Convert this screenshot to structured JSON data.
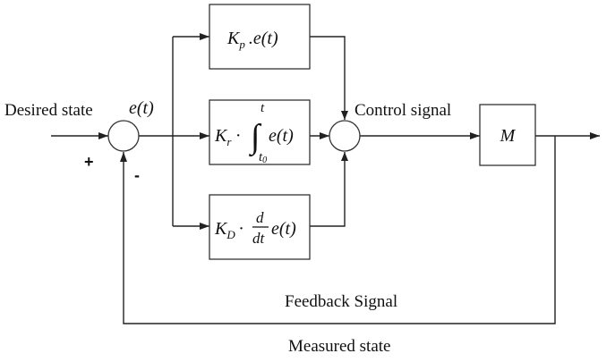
{
  "signals": {
    "input": "Desired state",
    "error": "e(t)",
    "control": "Control signal",
    "feedback": "Feedback Signal",
    "measured": "Measured state"
  },
  "blocks": {
    "proportional": {
      "gain": "K",
      "gain_sub": "p",
      "term": ".e(t)"
    },
    "integral": {
      "gain": "K",
      "gain_sub": "r",
      "dot": "·",
      "integral_sign": "∫",
      "upper_limit": "t",
      "lower_limit": "t",
      "lower_limit_sub": "0",
      "term": "e(t)"
    },
    "derivative": {
      "gain": "K",
      "gain_sub": "D",
      "dot": "·",
      "frac_num": "d",
      "frac_den": "dt",
      "term": "e(t)"
    },
    "plant": {
      "label": "M"
    }
  },
  "signs": {
    "plus": "+",
    "minus": "-"
  }
}
